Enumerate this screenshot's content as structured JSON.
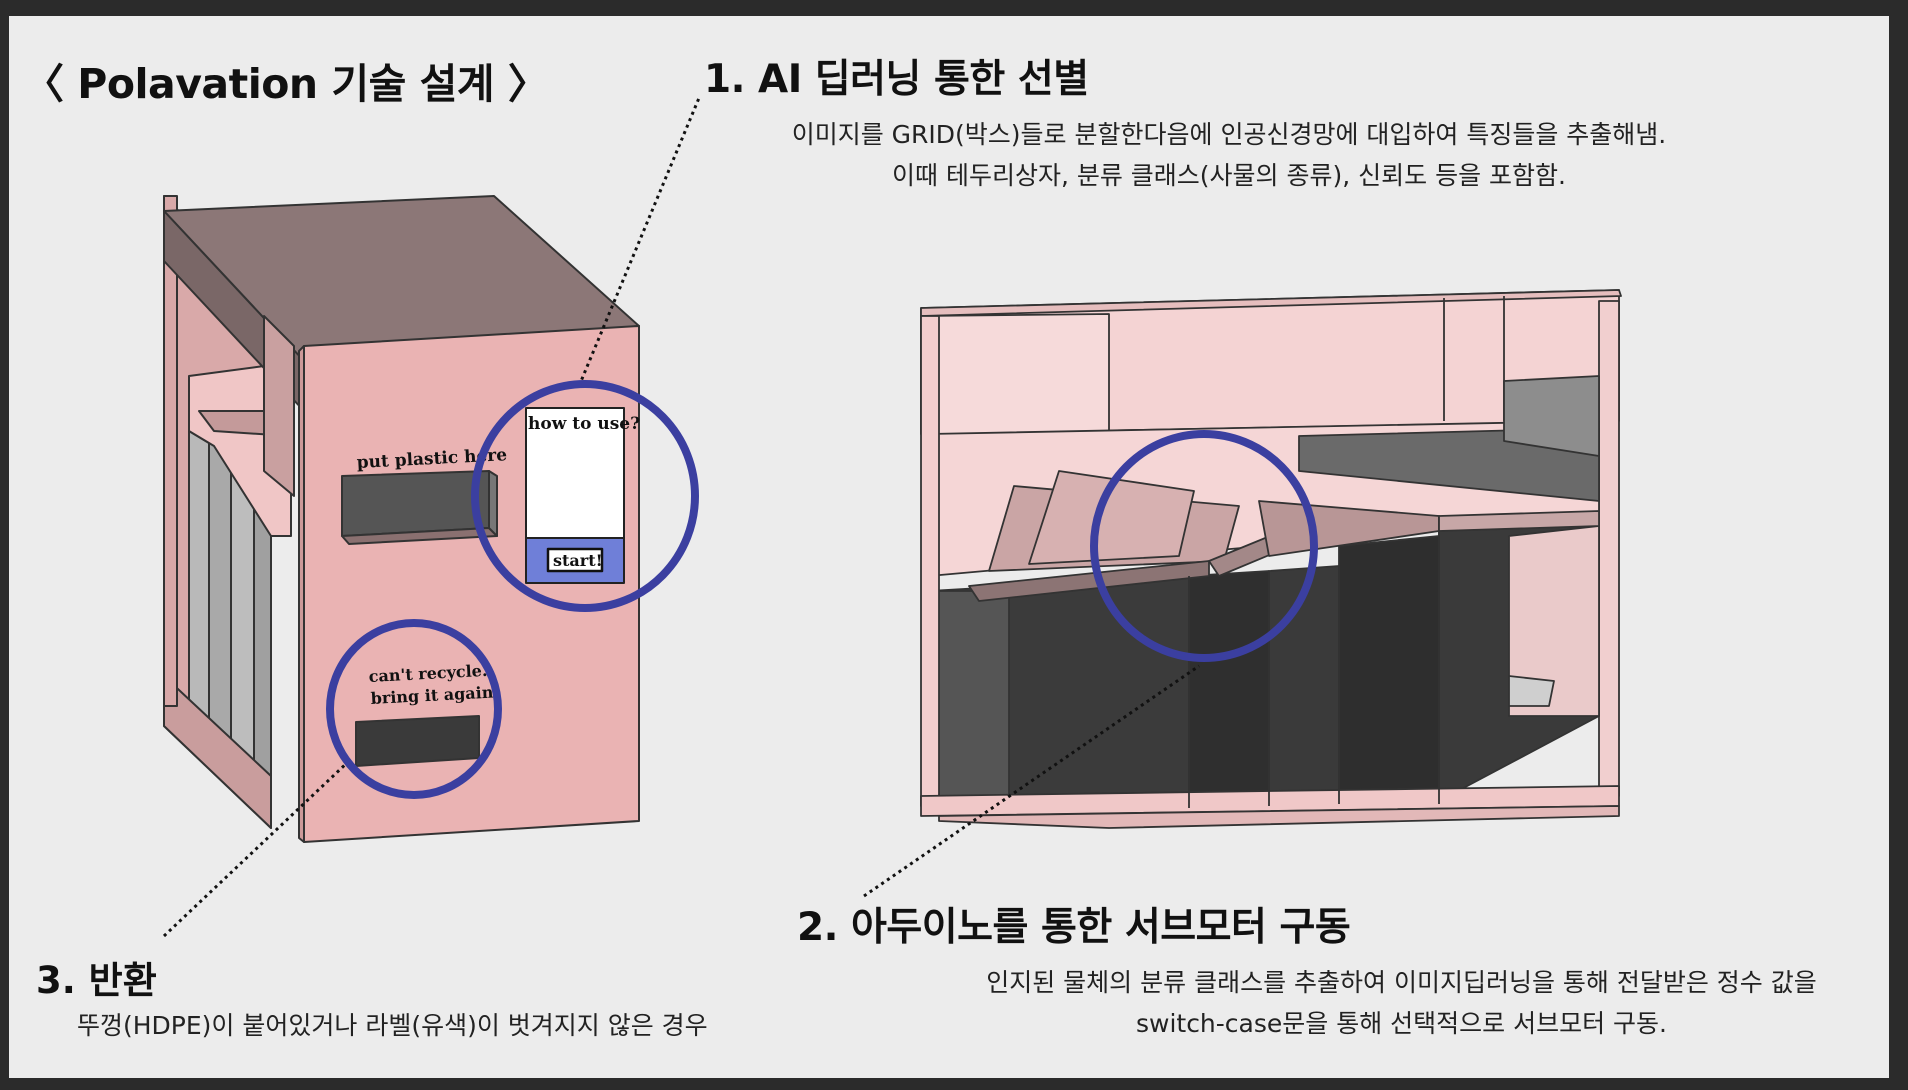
{
  "title": "〈 Polavation 기술 설계 〉",
  "section1": {
    "heading": "1. AI 딥러닝 통한 선별",
    "line1": "이미지를 GRID(박스)들로 분할한다음에 인공신경망에 대입하여 특징들을 추출해냄.",
    "line2": "이때 테두리상자, 분류 클래스(사물의 종류), 신뢰도 등을 포함함."
  },
  "section2": {
    "heading": "2. 아두이노를 통한 서브모터 구동",
    "line1": "인지된 물체의 분류 클래스를 추출하여 이미지딥러닝을 통해 전달받은 정수 값을",
    "line2": "switch-case문을 통해 선택적으로 서브모터 구동."
  },
  "section3": {
    "heading": "3. 반환",
    "line1": "뚜껑(HDPE)이 붙어있거나 라벨(유색)이 벗겨지지 않은 경우"
  },
  "kiosk": {
    "put_label": "put plastic here",
    "screen_title": "how to use?",
    "start_label": "start!",
    "return_line1": "can't recycle.",
    "return_line2": "bring it again."
  },
  "colors": {
    "highlight_circle": "#3b3fa0",
    "body_pink": "#eab3b3",
    "roof": "#8c7777",
    "screen_button": "#6f7fd8"
  }
}
